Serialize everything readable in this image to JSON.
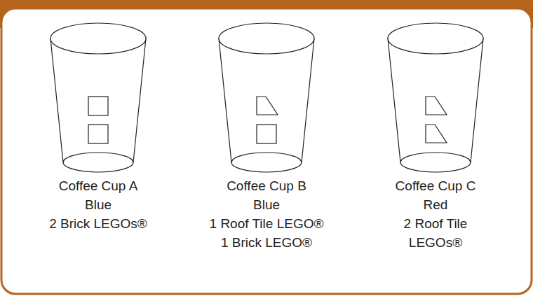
{
  "diagram": {
    "nodes": [
      {
        "text": [
          "Coffee Cup A",
          "Blue",
          "2 Brick LEGOs®"
        ]
      },
      {
        "text": [
          "Coffee Cup B",
          "Blue",
          "1 Roof Tile LEGO®",
          "1 Brick LEGO®"
        ]
      },
      {
        "text": [
          "Coffee Cup C",
          "Red",
          "2 Roof Tile LEGOs®"
        ]
      }
    ]
  }
}
